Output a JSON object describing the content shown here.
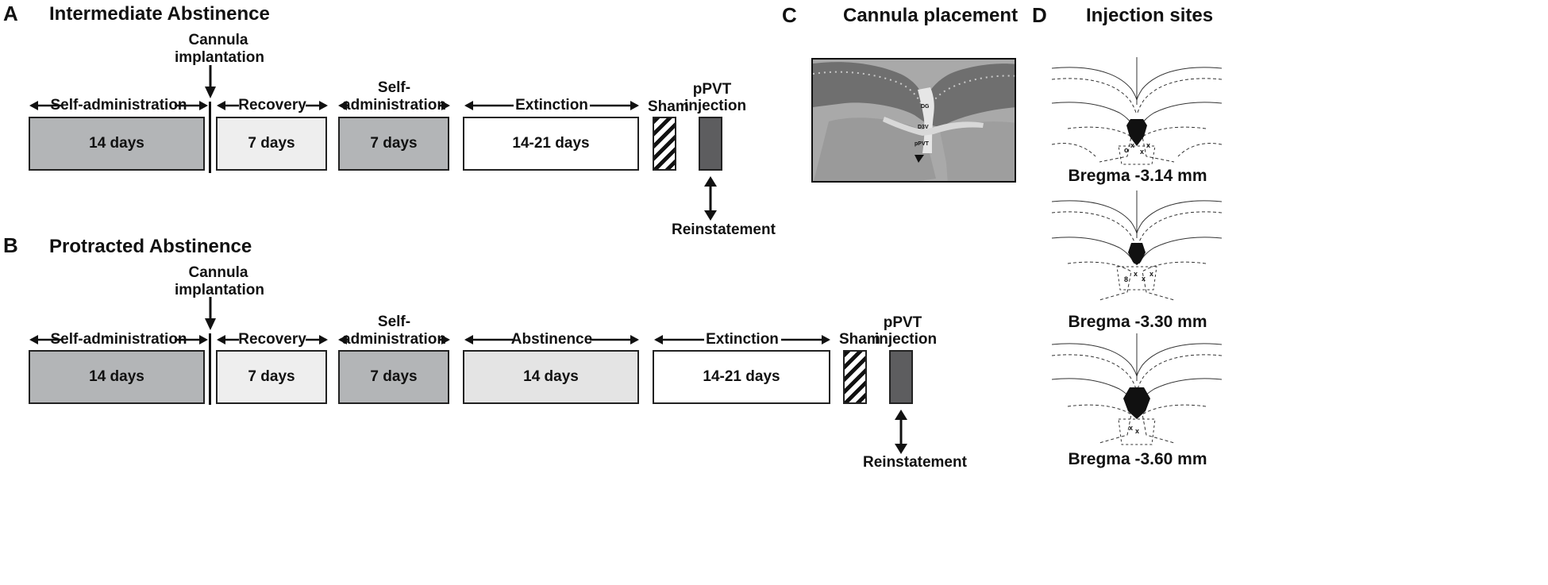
{
  "panel_a": {
    "letter": "A",
    "title": "Intermediate Abstinence",
    "cannula_label": [
      "Cannula",
      "implantation"
    ],
    "stages": [
      {
        "label": "Self-administration",
        "duration": "14 days"
      },
      {
        "label": "Recovery",
        "duration": "7 days"
      },
      {
        "label": "Self-\nadministration",
        "duration": "7 days"
      },
      {
        "label": "Extinction",
        "duration": "14-21 days"
      }
    ],
    "sham_label": "Sham",
    "injection_label": [
      "pPVT",
      "injection"
    ],
    "reinstatement_label": "Reinstatement"
  },
  "panel_b": {
    "letter": "B",
    "title": "Protracted Abstinence",
    "cannula_label": [
      "Cannula",
      "implantation"
    ],
    "stages": [
      {
        "label": "Self-administration",
        "duration": "14 days"
      },
      {
        "label": "Recovery",
        "duration": "7 days"
      },
      {
        "label": "Self-\nadministration",
        "duration": "7 days"
      },
      {
        "label": "Abstinence",
        "duration": "14 days"
      },
      {
        "label": "Extinction",
        "duration": "14-21 days"
      }
    ],
    "sham_label": "Sham",
    "injection_label": [
      "pPVT",
      "injection"
    ],
    "reinstatement_label": "Reinstatement"
  },
  "panel_c": {
    "letter": "C",
    "title": "Cannula placement",
    "image_labels": [
      "DG",
      "D3V",
      "pPVT"
    ]
  },
  "panel_d": {
    "letter": "D",
    "title": "Injection sites",
    "sections": [
      "Bregma -3.14 mm",
      "Bregma -3.30 mm",
      "Bregma -3.60 mm"
    ],
    "site_markers": [
      "o",
      "x",
      "x",
      "x",
      "x",
      "x",
      "8",
      "x",
      "x",
      "x"
    ]
  }
}
